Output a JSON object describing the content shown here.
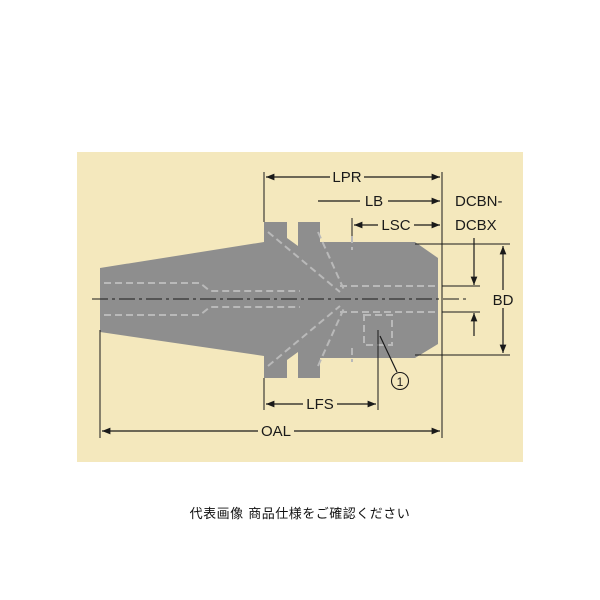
{
  "diagram": {
    "background_color": "#f4e8bd",
    "body_color": "#8e8e8e",
    "dimension_labels": {
      "lpr": "LPR",
      "lb": "LB",
      "lsc": "LSC",
      "dcbn_line1": "DCBN-",
      "dcbn_line2": "DCBX",
      "bd": "BD",
      "lfs": "LFS",
      "oal": "OAL",
      "callout": "1"
    }
  },
  "caption": "代表画像 商品仕様をご確認ください"
}
